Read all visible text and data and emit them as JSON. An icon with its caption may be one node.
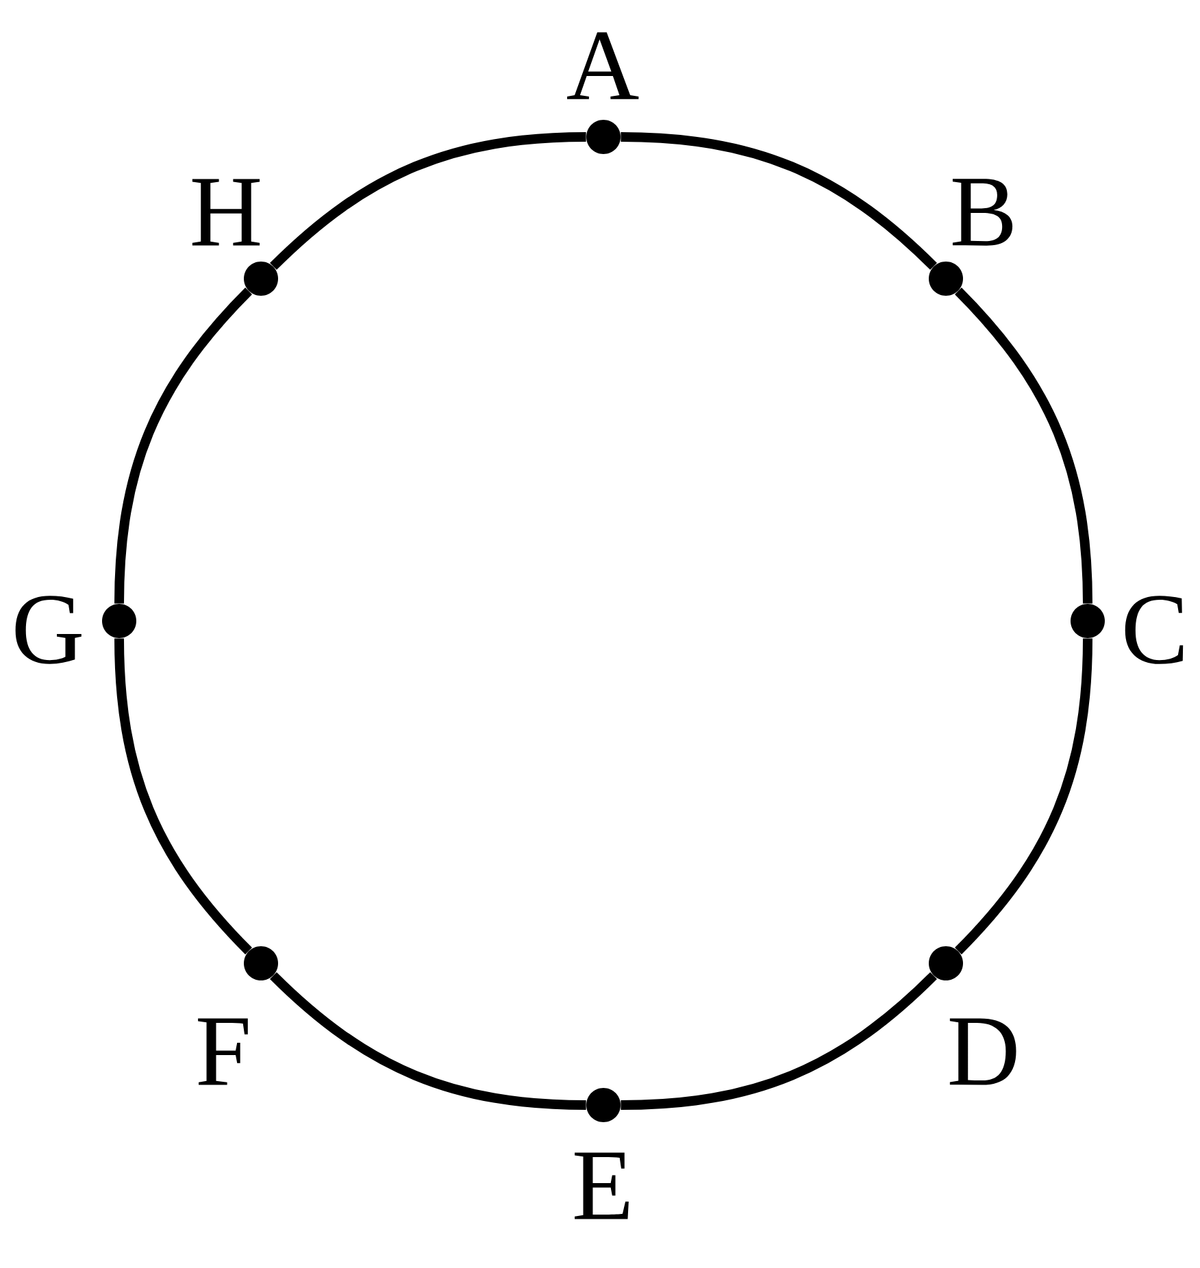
{
  "diagram": {
    "nodes": [
      {
        "text": [
          "A"
        ]
      },
      {
        "text": [
          "B"
        ]
      },
      {
        "text": [
          "C"
        ]
      },
      {
        "text": [
          "D"
        ]
      },
      {
        "text": [
          "E"
        ]
      },
      {
        "text": [
          "F"
        ]
      },
      {
        "text": [
          "G"
        ]
      },
      {
        "text": [
          "H"
        ]
      }
    ],
    "edges": [
      {
        "from": 0,
        "to": 1,
        "arrow": "none"
      },
      {
        "from": 1,
        "to": 2,
        "arrow": "none"
      },
      {
        "from": 2,
        "to": 3,
        "arrow": "none"
      },
      {
        "from": 3,
        "to": 4,
        "arrow": "none"
      },
      {
        "from": 4,
        "to": 5,
        "arrow": "none"
      },
      {
        "from": 5,
        "to": 6,
        "arrow": "none"
      },
      {
        "from": 6,
        "to": 7,
        "arrow": "none"
      },
      {
        "from": 7,
        "to": 0,
        "arrow": "none"
      }
    ]
  }
}
